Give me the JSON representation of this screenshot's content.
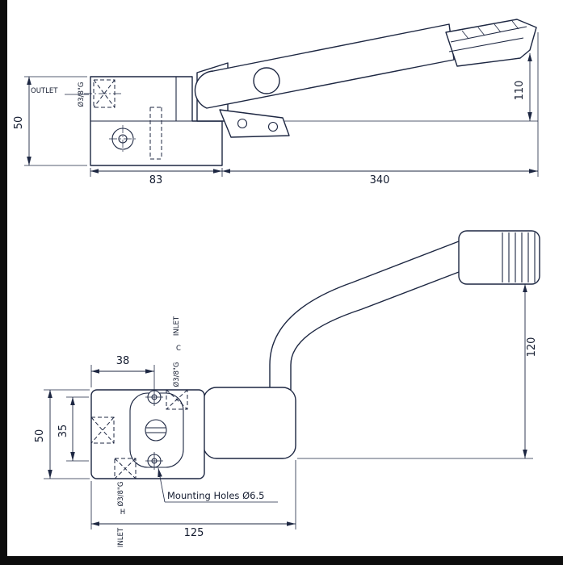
{
  "colors": {
    "line": "#1d2742",
    "frame": "#0d0d0d",
    "paper": "#ffffff"
  },
  "side_view": {
    "outlet_label": "OUTLET",
    "outlet_thread": "Ø3/8\"G",
    "dim_height_body": "50",
    "dim_height_pedal": "110",
    "dim_body_width": "83",
    "dim_lever_length": "340"
  },
  "plan_view": {
    "dim_port_offset": "38",
    "dim_body_height": "50",
    "dim_inner": "35",
    "dim_body_length": "125",
    "dim_pedal_offset": "120",
    "cold_inlet": {
      "inlet": "INLET",
      "tap": "C",
      "thread": "Ø3/8\"G"
    },
    "hot_inlet": {
      "inlet": "INLET",
      "tap": "H",
      "thread": "Ø3/8\"G"
    },
    "mounting_note": "Mounting Holes  Ø6.5"
  }
}
